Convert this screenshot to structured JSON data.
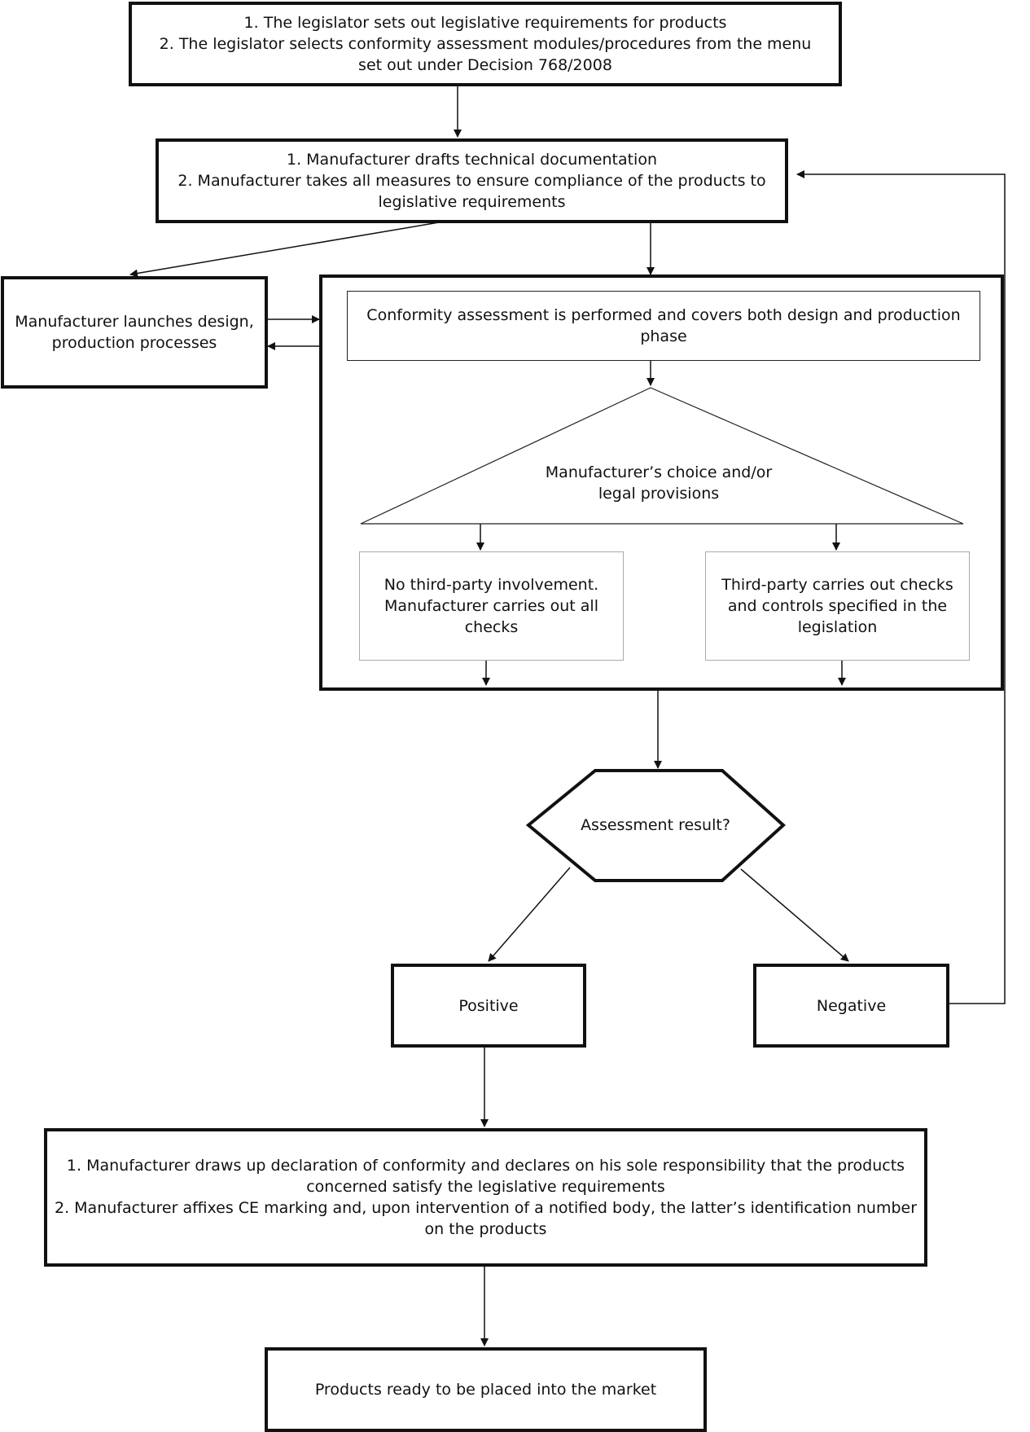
{
  "legislator": {
    "line1": "1. The legislator sets out legislative requirements for products",
    "line2": "2. The legislator selects conformity assessment modules/procedures from the menu",
    "line3": "set out under Decision 768/2008"
  },
  "manufacturer_docs": {
    "line1": "1. Manufacturer drafts technical documentation",
    "line2": "2. Manufacturer takes all measures to ensure compliance of the products to",
    "line3": "legislative requirements"
  },
  "launch": {
    "line1": "Manufacturer launches design,",
    "line2": "production processes"
  },
  "conformity": {
    "line1": "Conformity assessment is performed and covers both design and production",
    "line2": "phase"
  },
  "choice": {
    "line1": "Manufacturer’s choice and/or",
    "line2": "legal provisions"
  },
  "no_third_party": {
    "line1": "No third-party involvement.",
    "line2": "Manufacturer carries out all",
    "line3": "checks"
  },
  "third_party": {
    "line1": "Third-party carries out checks",
    "line2": "and controls specified in the",
    "line3": "legislation"
  },
  "decision": {
    "label": "Assessment result?"
  },
  "positive": {
    "label": "Positive"
  },
  "negative": {
    "label": "Negative"
  },
  "declaration": {
    "line1": "1. Manufacturer draws up declaration of conformity and declares on his sole responsibility that the products",
    "line2": "concerned satisfy the legislative requirements",
    "line3": "2. Manufacturer affixes CE marking and, upon intervention of a notified body, the latter’s identification number",
    "line4": "on the products"
  },
  "ready": {
    "label": "Products ready to be placed into the market"
  }
}
